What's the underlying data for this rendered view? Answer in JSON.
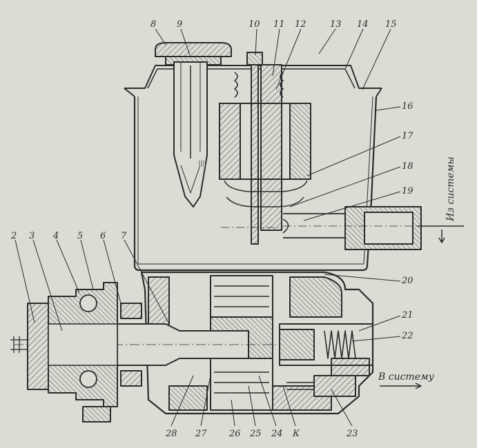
{
  "callouts": [
    {
      "id": "l2",
      "text": "2"
    },
    {
      "id": "l3",
      "text": "3"
    },
    {
      "id": "l4",
      "text": "4"
    },
    {
      "id": "l5",
      "text": "5"
    },
    {
      "id": "l6",
      "text": "6"
    },
    {
      "id": "l7",
      "text": "7"
    },
    {
      "id": "l8",
      "text": "8"
    },
    {
      "id": "l9",
      "text": "9"
    },
    {
      "id": "l10",
      "text": "10"
    },
    {
      "id": "l11",
      "text": "11"
    },
    {
      "id": "l12",
      "text": "12"
    },
    {
      "id": "l13",
      "text": "13"
    },
    {
      "id": "l14",
      "text": "14"
    },
    {
      "id": "l15",
      "text": "15"
    },
    {
      "id": "l16",
      "text": "16"
    },
    {
      "id": "l17",
      "text": "17"
    },
    {
      "id": "l18",
      "text": "18"
    },
    {
      "id": "l19",
      "text": "19"
    },
    {
      "id": "l20",
      "text": "20"
    },
    {
      "id": "l21",
      "text": "21"
    },
    {
      "id": "l22",
      "text": "22"
    },
    {
      "id": "l23",
      "text": "23"
    },
    {
      "id": "l24",
      "text": "24"
    },
    {
      "id": "l25",
      "text": "25"
    },
    {
      "id": "l26",
      "text": "26"
    },
    {
      "id": "l27",
      "text": "27"
    },
    {
      "id": "l28",
      "text": "28"
    },
    {
      "id": "lK",
      "text": "К"
    }
  ],
  "inlet_caption": "Из системы",
  "outlet_caption": "В систему",
  "colors": {
    "paper": "#dcdbd4",
    "ink": "#2b2b2b",
    "hatch": "#555555"
  }
}
